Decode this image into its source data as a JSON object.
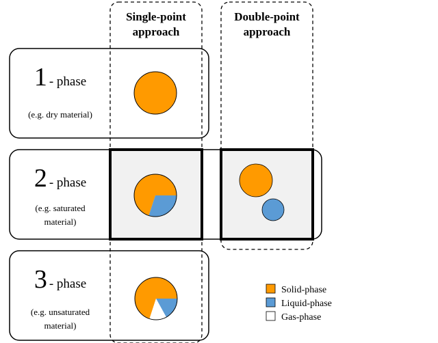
{
  "colors": {
    "solid": "#FF9A00",
    "liquid": "#5B9BD5",
    "gas": "#FFFFFF",
    "panel_bg": "#F1F1F1",
    "stroke": "#000000"
  },
  "headers": {
    "single": [
      "Single-point",
      "approach"
    ],
    "double": [
      "Double-point",
      "approach"
    ]
  },
  "rows": [
    {
      "number": "1",
      "label": "- phase",
      "example": [
        "(e.g. dry material)"
      ],
      "composition": {
        "solid": 1.0,
        "liquid": 0,
        "gas": 0
      }
    },
    {
      "number": "2",
      "label": "- phase",
      "example": [
        "(e.g. saturated",
        "material)"
      ],
      "composition": {
        "solid": 0.7,
        "liquid": 0.3,
        "gas": 0
      }
    },
    {
      "number": "3",
      "label": "- phase",
      "example": [
        "(e.g. unsaturated",
        "material)"
      ],
      "composition": {
        "solid": 0.7,
        "liquid": 0.17,
        "gas": 0.13
      }
    }
  ],
  "legend": [
    {
      "key": "solid",
      "label": "Solid-phase"
    },
    {
      "key": "liquid",
      "label": "Liquid-phase"
    },
    {
      "key": "gas",
      "label": "Gas-phase"
    }
  ]
}
